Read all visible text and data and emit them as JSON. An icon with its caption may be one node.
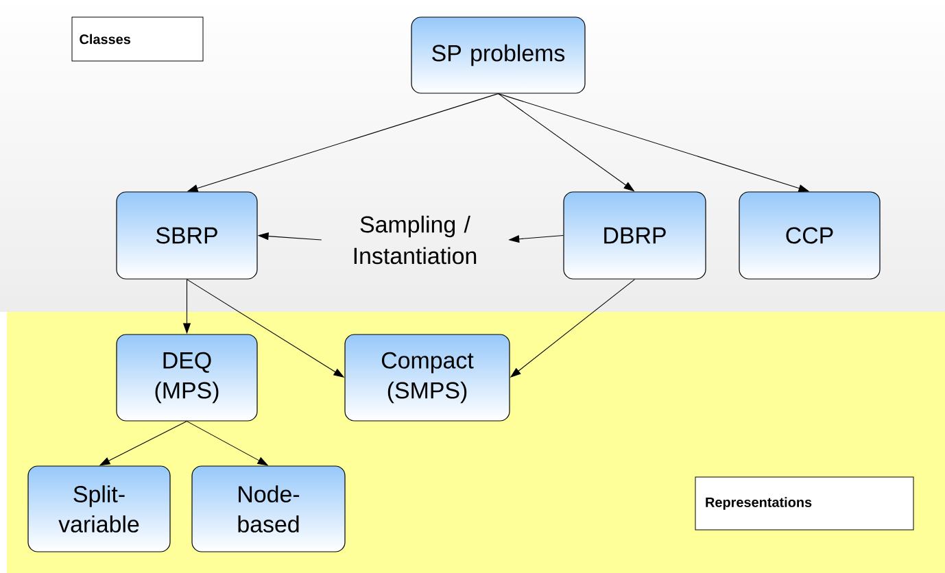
{
  "diagram": {
    "nodes": [
      {
        "text": [
          "SP problems"
        ]
      },
      {
        "text": [
          "Classes"
        ]
      },
      {
        "text": [
          "SBRP"
        ]
      },
      {
        "text": [
          "Sampling / Instantiation"
        ]
      },
      {
        "text": [
          "DBRP"
        ]
      },
      {
        "text": [
          "CCP"
        ]
      },
      {
        "text": [
          "DEQ (MPS)"
        ]
      },
      {
        "text": [
          "Compact (SMPS)"
        ]
      },
      {
        "text": [
          "Split-variable"
        ]
      },
      {
        "text": [
          "Node-based"
        ]
      },
      {
        "text": [
          "Representations"
        ]
      }
    ],
    "edges": [
      {
        "from": 0,
        "to": 2,
        "arrow": "to"
      },
      {
        "from": 0,
        "to": 4,
        "arrow": "to"
      },
      {
        "from": 0,
        "to": 5,
        "arrow": "to"
      },
      {
        "from": 4,
        "to": 3,
        "arrow": "to"
      },
      {
        "from": 3,
        "to": 2,
        "arrow": "to"
      },
      {
        "from": 2,
        "to": 6,
        "arrow": "to"
      },
      {
        "from": 2,
        "to": 7,
        "arrow": "to"
      },
      {
        "from": 4,
        "to": 7,
        "arrow": "to"
      },
      {
        "from": 6,
        "to": 8,
        "arrow": "to"
      },
      {
        "from": 6,
        "to": 9,
        "arrow": "to"
      }
    ]
  }
}
